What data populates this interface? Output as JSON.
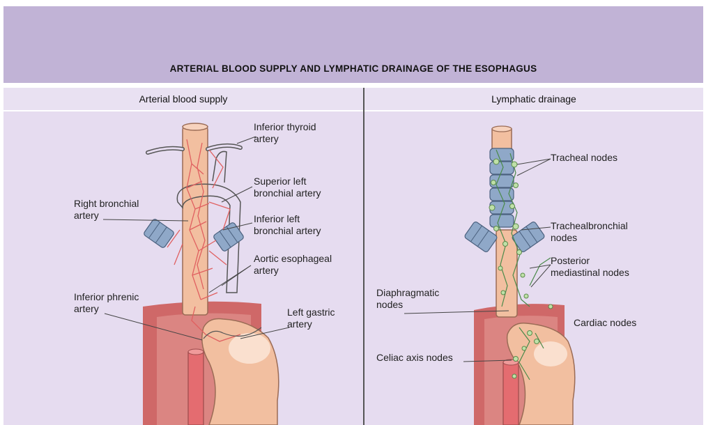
{
  "title": "ARTERIAL BLOOD SUPPLY AND LYMPHATIC DRAINAGE OF THE ESOPHAGUS",
  "panels": {
    "arterial": {
      "heading": "Arterial blood supply",
      "labels": {
        "inferior_thyroid": "Inferior thyroid\nartery",
        "superior_left_bronchial": "Superior left\nbronchial artery",
        "right_bronchial": "Right bronchial\nartery",
        "inferior_left_bronchial": "Inferior left\nbronchial artery",
        "aortic_esophageal": "Aortic esophageal\nartery",
        "inferior_phrenic": "Inferior phrenic\nartery",
        "left_gastric": "Left gastric\nartery"
      }
    },
    "lymphatic": {
      "heading": "Lymphatic drainage",
      "labels": {
        "tracheal": "Tracheal nodes",
        "trachealbronchial": "Trachealbronchial\nnodes",
        "posterior_mediastinal": "Posterior\nmediastinal nodes",
        "diaphragmatic": "Diaphragmatic\nnodes",
        "cardiac": "Cardiac nodes",
        "celiac_axis": "Celiac axis nodes"
      }
    }
  },
  "colors": {
    "title_band": "#c1b3d6",
    "panel": "#e6dcf0",
    "esophagus": "#f2bfa0",
    "artery": "#e06060",
    "trachea": "#8fa8c8",
    "lymph_node": "#bfe0a8",
    "diaphragm": "#cf6060"
  }
}
